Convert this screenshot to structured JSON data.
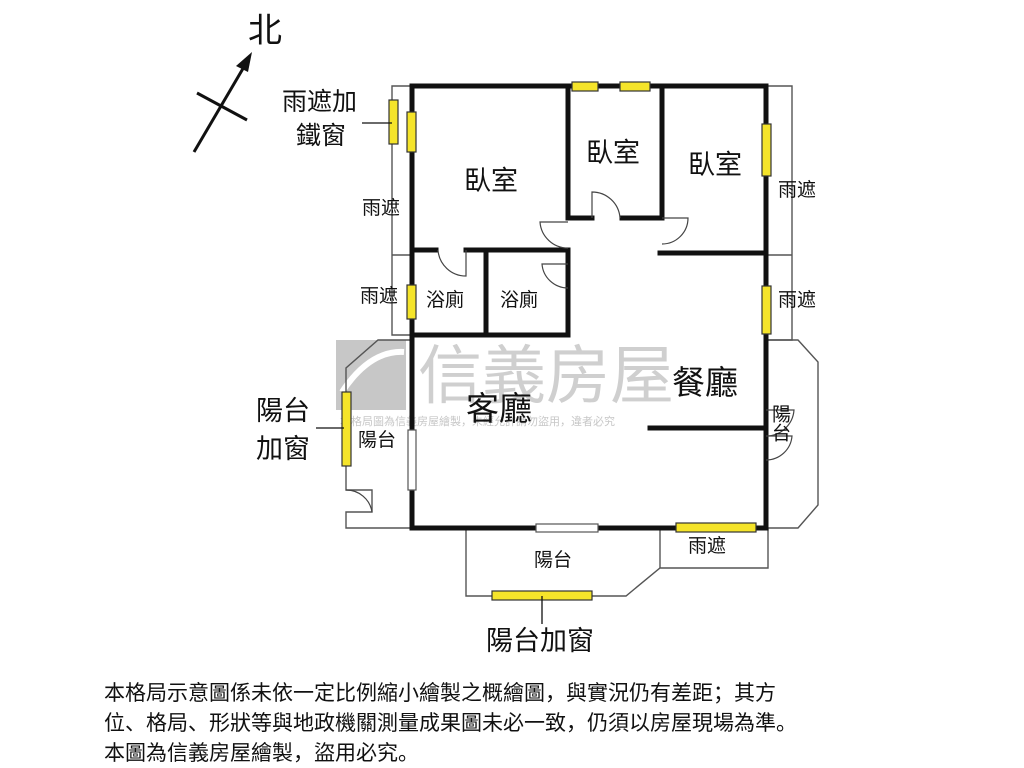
{
  "compass": {
    "north": "北"
  },
  "rooms": {
    "bedroom_1": "臥室",
    "bedroom_2": "臥室",
    "bedroom_3": "臥室",
    "bath_1": "浴廁",
    "bath_2": "浴廁",
    "living": "客廳",
    "dining": "餐廳",
    "balcony_left": "陽台",
    "balcony_right": "陽台",
    "balcony_bottom": "陽台"
  },
  "labels": {
    "canopy_iron_line1": "雨遮加",
    "canopy_iron_line2": "鐵窗",
    "canopy_left_upper": "雨遮",
    "canopy_left_lower": "雨遮",
    "canopy_right_upper": "雨遮",
    "canopy_right_lower": "雨遮",
    "canopy_bottom": "雨遮",
    "balcony_window_left_line1": "陽台",
    "balcony_window_left_line2": "加窗",
    "balcony_window_bottom": "陽台加窗"
  },
  "watermark": {
    "brand": "信義房屋",
    "notice": "本格局圖為信義房屋繪製，未經允許請勿盜用，違者必究"
  },
  "disclaimer": [
    "本格局示意圖係未依一定比例縮小繪製之概繪圖，與實況仍有差距；其方",
    "位、格局、形狀等與地政機關測量成果圖未必一致，仍須以房屋現場為準。",
    "本圖為信義房屋繪製，盜用必究。"
  ],
  "colors": {
    "window": "#f5e42a",
    "wall": "#111111",
    "watermark": "#b8b8b8"
  }
}
